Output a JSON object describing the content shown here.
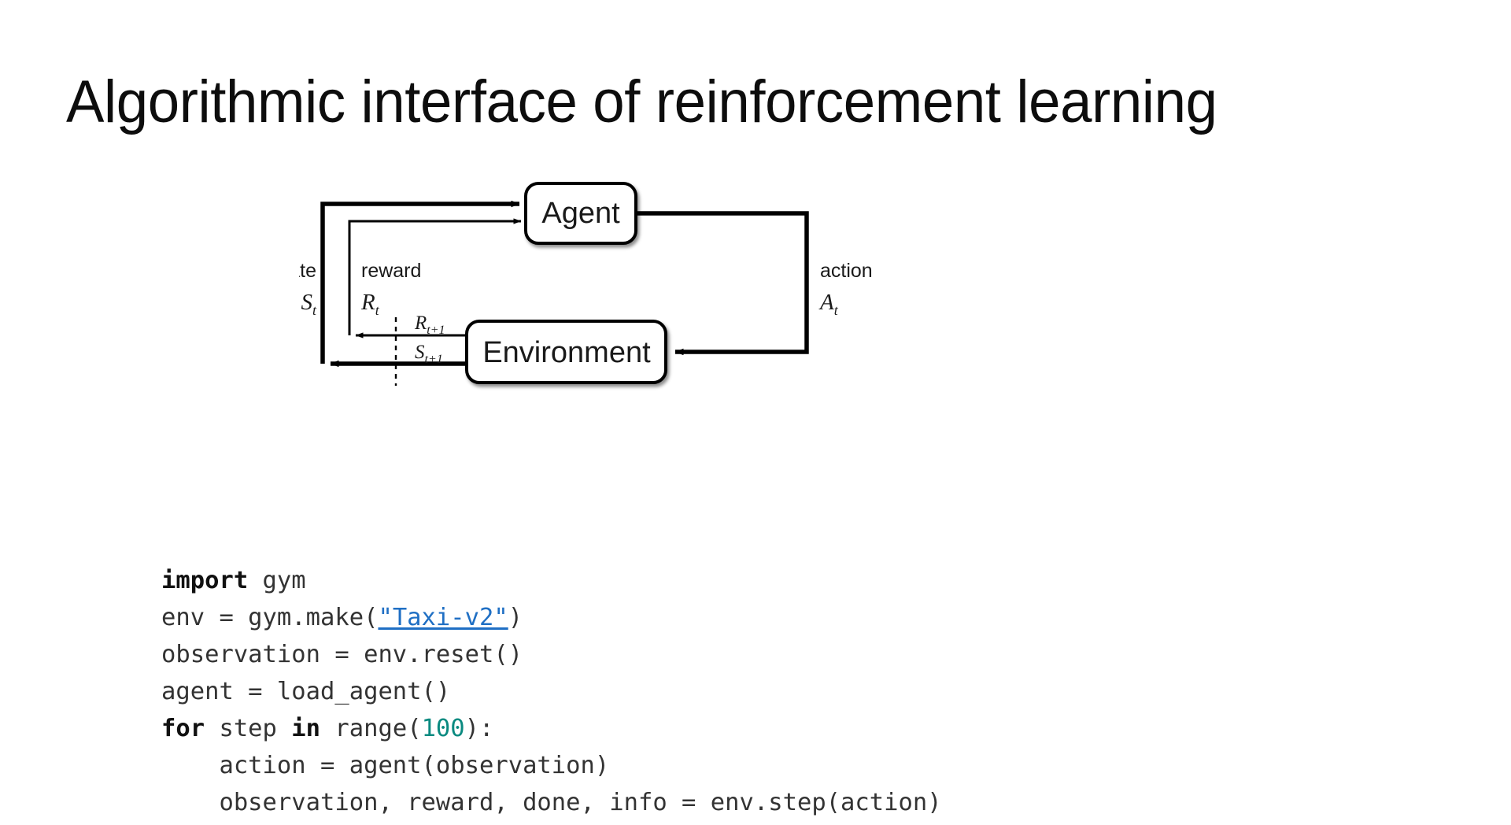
{
  "slide": {
    "title": "Algorithmic interface of reinforcement learning",
    "background_color": "#ffffff"
  },
  "diagram": {
    "name": "agent-environment-interaction-loop",
    "nodes": [
      {
        "id": "agent",
        "label": "Agent"
      },
      {
        "id": "environment",
        "label": "Environment"
      }
    ],
    "edge_labels": {
      "state_word": "state",
      "state_symbol": "S",
      "state_subscript": "t",
      "reward_word": "reward",
      "reward_symbol": "R",
      "reward_subscript": "t",
      "action_word": "action",
      "action_symbol": "A",
      "action_subscript": "t",
      "next_reward_symbol": "R",
      "next_reward_subscript": "t+1",
      "next_state_symbol": "S",
      "next_state_subscript": "t+1"
    },
    "stroke_color": "#000000",
    "fill_color": "#ffffff"
  },
  "code": {
    "language": "python",
    "colors": {
      "text": "#333333",
      "keyword": "#111111",
      "number": "#0a8a80",
      "link": "#1f6fc4"
    },
    "lines": [
      {
        "id": "line-1",
        "tokens": [
          {
            "type": "kw",
            "text": "import"
          },
          {
            "type": "plain",
            "text": " gym"
          }
        ]
      },
      {
        "id": "line-2",
        "tokens": [
          {
            "type": "plain",
            "text": "env = gym.make("
          },
          {
            "type": "link",
            "text": "\"Taxi-v2\""
          },
          {
            "type": "plain",
            "text": ")"
          }
        ]
      },
      {
        "id": "line-3",
        "tokens": [
          {
            "type": "plain",
            "text": "observation = env.reset()"
          }
        ]
      },
      {
        "id": "line-4",
        "tokens": [
          {
            "type": "plain",
            "text": "agent = load_agent()"
          }
        ]
      },
      {
        "id": "line-5",
        "tokens": [
          {
            "type": "kw",
            "text": "for"
          },
          {
            "type": "plain",
            "text": " step "
          },
          {
            "type": "kw",
            "text": "in"
          },
          {
            "type": "plain",
            "text": " range("
          },
          {
            "type": "num",
            "text": "100"
          },
          {
            "type": "plain",
            "text": "):"
          }
        ]
      },
      {
        "id": "line-6",
        "tokens": [
          {
            "type": "plain",
            "text": "    action = agent(observation)"
          }
        ]
      },
      {
        "id": "line-7",
        "tokens": [
          {
            "type": "plain",
            "text": "    observation, reward, done, info = env.step(action)"
          }
        ]
      }
    ]
  }
}
